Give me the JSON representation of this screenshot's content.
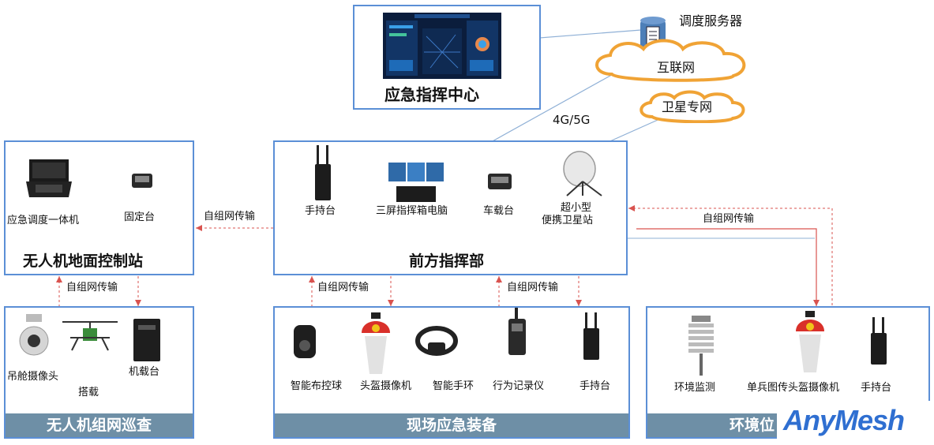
{
  "command_center": {
    "title": "应急指挥中心"
  },
  "server": {
    "label": "调度服务器"
  },
  "clouds": {
    "internet": "互联网",
    "satellite": "卫星专网"
  },
  "link_4g5g": "4G/5G",
  "links": {
    "adhoc": "自组网传输"
  },
  "ground_station": {
    "title": "无人机地面控制站",
    "items": [
      "应急调度一体机",
      "固定台"
    ]
  },
  "front_command": {
    "title": "前方指挥部",
    "items": [
      "手持台",
      "三屏指挥箱电脑",
      "车载台",
      "超小型",
      "便携卫星站"
    ]
  },
  "drone_patrol": {
    "title": "无人机组网巡查",
    "items": [
      "吊舱摄像头",
      "机载台"
    ],
    "mount": "搭载"
  },
  "field_equipment": {
    "title": "现场应急装备",
    "items": [
      "智能布控球",
      "头盔摄像机",
      "智能手环",
      "行为记录仪",
      "手持台"
    ]
  },
  "environment": {
    "title": "环境位",
    "items": [
      "环境监测",
      "单兵图传头盔摄像机",
      "手持台"
    ]
  },
  "brand": {
    "logo": "AnyMesh",
    "color": "#2f6fd1"
  }
}
